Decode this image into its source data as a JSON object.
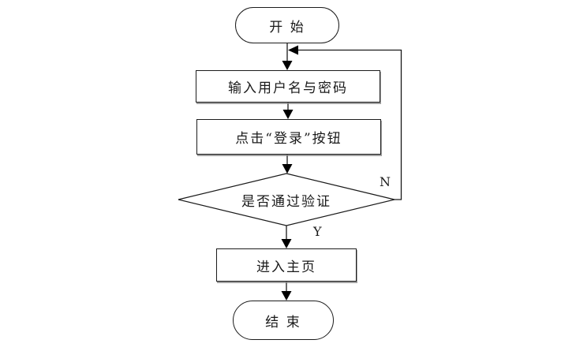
{
  "diagram": {
    "type": "flowchart",
    "nodes": {
      "start": {
        "label": "开 始",
        "shape": "terminator"
      },
      "input_credentials": {
        "label": "输入用户名与密码",
        "shape": "process"
      },
      "click_login": {
        "label": "点击“登录”按钮",
        "shape": "process"
      },
      "verify": {
        "label": "是否通过验证",
        "shape": "decision"
      },
      "enter_home": {
        "label": "进入主页",
        "shape": "process"
      },
      "end": {
        "label": "结 束",
        "shape": "terminator"
      }
    },
    "edge_labels": {
      "yes": "Y",
      "no": "N"
    },
    "colors": {
      "stroke": "#1a1a1a",
      "arrow_fill": "#000000",
      "node_fill": "#ffffff",
      "shadow": "#828282",
      "text": "#1a1a1a",
      "background": "#ffffff"
    }
  }
}
